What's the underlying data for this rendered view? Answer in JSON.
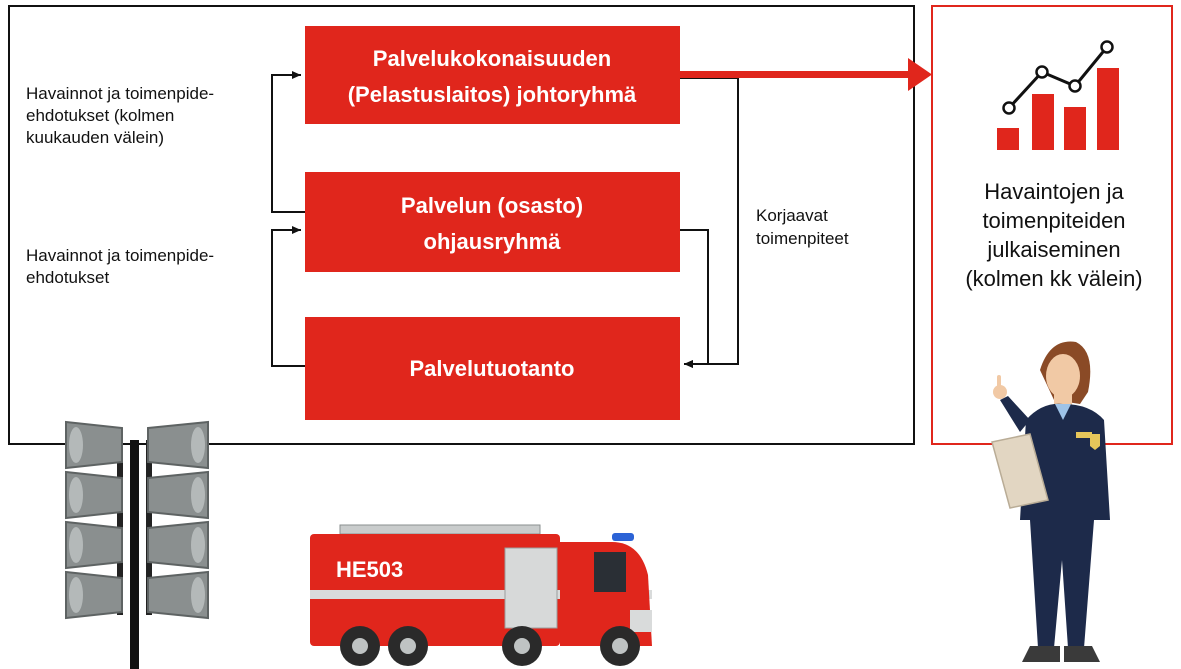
{
  "boxes": {
    "management": {
      "line1": "Palvelukokonaisuuden",
      "line2": "(Pelastuslaitos) johtoryhmä"
    },
    "steering": {
      "line1": "Palvelun (osasto)",
      "line2": "ohjausryhmä"
    },
    "production": {
      "line1": "Palvelutuotanto"
    }
  },
  "labels": {
    "quarterly_feedback": {
      "line1": "Havainnot ja toimenpide-",
      "line2": "ehdotukset (kolmen",
      "line3": "kuukauden välein)"
    },
    "feedback": {
      "line1": "Havainnot ja toimenpide-",
      "line2": "ehdotukset"
    },
    "corrective": {
      "line1": "Korjaavat",
      "line2": "toimenpiteet"
    }
  },
  "publication": {
    "line1": "Havaintojen ja",
    "line2": "toimenpiteiden",
    "line3": "julkaiseminen",
    "line4": "(kolmen kk välein)"
  },
  "truck": {
    "plate": "HE503"
  },
  "colors": {
    "accent": "#e0261c",
    "text": "#111111",
    "frame": "#111111"
  },
  "icons": {
    "chart": "bar-line-chart-icon",
    "sirens": "warning-siren-icon",
    "truck": "fire-truck-icon",
    "officer": "fire-officer-illustration"
  }
}
